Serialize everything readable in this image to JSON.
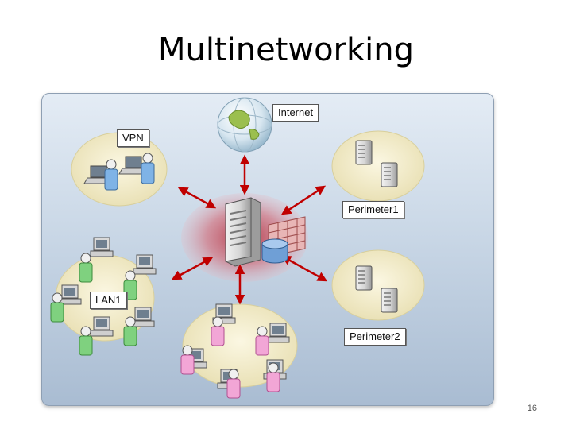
{
  "slide": {
    "title": "Multinetworking",
    "page_number": "16"
  },
  "labels": {
    "internet": "Internet",
    "vpn": "VPN",
    "perimeter1": "Perimeter1",
    "lan1": "LAN1",
    "perimeter2": "Perimeter2"
  },
  "colors": {
    "arrow": "#c00000",
    "hub_glow": "#c8323c",
    "zone": "#f3edc8",
    "lan_client": "#7fd17f",
    "perimeter2_client": "#f2a6d6",
    "vpn_client": "#7fb3e6"
  },
  "icons": [
    "globe-icon",
    "server-icon",
    "firewall-icon",
    "database-icon",
    "workstation-icon",
    "laptop-icon",
    "user-icon"
  ]
}
